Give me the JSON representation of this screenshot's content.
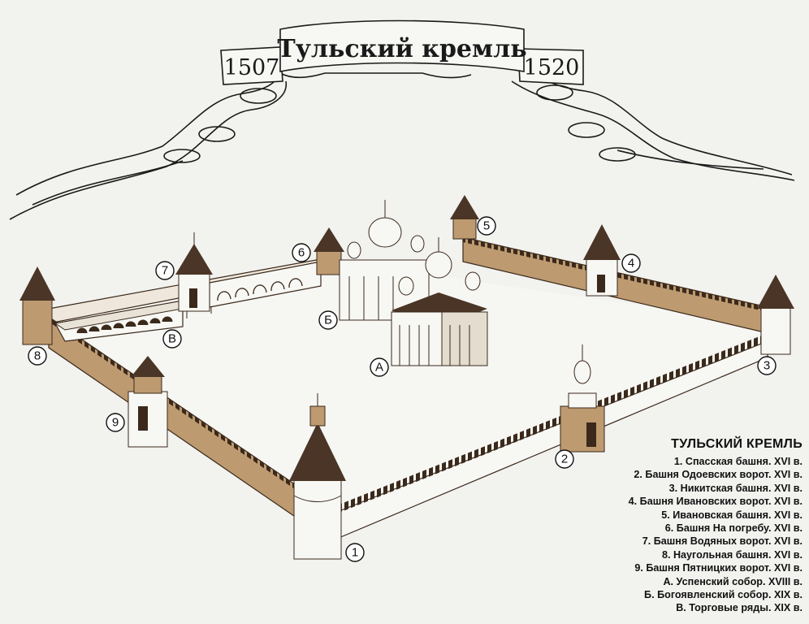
{
  "banner": {
    "title": "Тульский кремль",
    "year_start": "1507",
    "year_end": "1520"
  },
  "colors": {
    "wall_fill": "#bd9a70",
    "wall_dark": "#3b2a1b",
    "roof": "#4a3526",
    "ground": "#f6f6f3",
    "background": "#f2f2ef",
    "ink": "#111111"
  },
  "markers": {
    "m1": "1",
    "m2": "2",
    "m3": "3",
    "m4": "4",
    "m5": "5",
    "m6": "6",
    "m7": "7",
    "m8": "8",
    "m9": "9",
    "mA": "А",
    "mB": "Б",
    "mV": "В"
  },
  "legend": {
    "title": "ТУЛЬСКИЙ КРЕМЛЬ",
    "items": [
      "1. Спасская башня. XVI в.",
      "2. Башня Одоевских ворот. XVI в.",
      "3. Никитская башня. XVI в.",
      "4. Башня Ивановских ворот. XVI в.",
      "5. Ивановская башня. XVI в.",
      "6. Башня На погребу. XVI в.",
      "7. Башня Водяных ворот. XVI в.",
      "8. Наугольная башня. XVI в.",
      "9. Башня Пятницких ворот. XVI в.",
      "А. Успенский собор. XVIII в.",
      "Б. Богоявленский собор. XIX в.",
      "В. Торговые ряды. XIX в."
    ]
  }
}
